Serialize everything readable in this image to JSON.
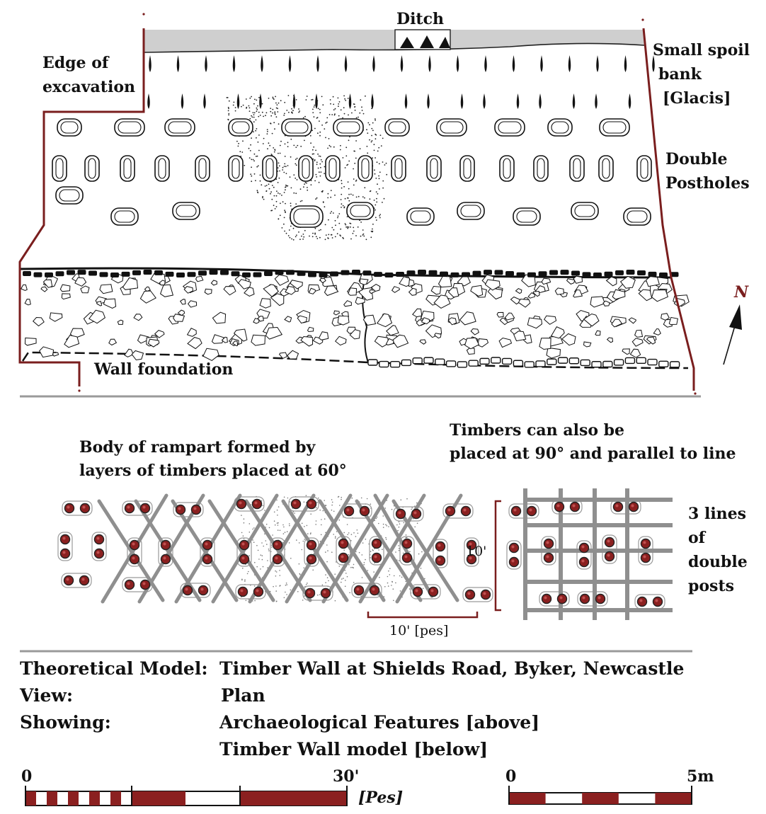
{
  "plan": {
    "labels": {
      "ditch": "Ditch",
      "edge_line1": "Edge of",
      "edge_line2": "excavation",
      "spoil_line1": "Small spoil",
      "spoil_line2": "bank",
      "spoil_line3": "[Glacis]",
      "postholes_line1": "Double",
      "postholes_line2": "Postholes",
      "wall_foundation": "Wall foundation",
      "north": "N"
    }
  },
  "model": {
    "labels": {
      "body_line1": "Body of rampart formed by",
      "body_line2": "layers of timbers placed at 60°",
      "timbers_line1": "Timbers can also be",
      "timbers_line2": "placed at 90° and parallel to line",
      "lines_line1": "3 lines",
      "lines_line2": "of",
      "lines_line3": "double",
      "lines_line4": "posts",
      "dim_vertical": "10'",
      "dim_horizontal": "10' [pes]"
    }
  },
  "caption": {
    "row1_key": "Theoretical Model:",
    "row1_value": "Timber Wall at Shields Road, Byker, Newcastle",
    "row2_key": "View:",
    "row2_value": "Plan",
    "row3_key": "Showing:",
    "row3_value": "Archaeological Features [above]",
    "row4_value": "Timber Wall model [below]"
  },
  "scales": {
    "pes": {
      "start": "0",
      "end": "30'",
      "unit": "[Pes]"
    },
    "metric": {
      "start": "0",
      "end": "5m"
    }
  },
  "colors": {
    "outline": "#7a1e1e",
    "post": "#8b2020",
    "timber": "#8f8f8f",
    "ditch_fill": "#cfcfcf",
    "divider": "#9a9a9a"
  }
}
